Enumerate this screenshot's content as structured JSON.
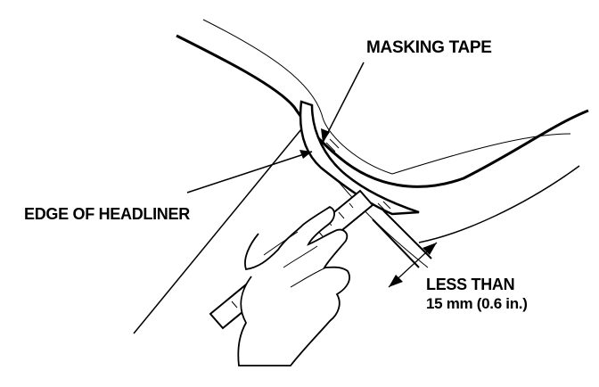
{
  "labels": {
    "masking_tape": "MASKING TAPE",
    "edge_of_headliner": "EDGE OF HEADLINER",
    "less_than_line1": "LESS THAN",
    "less_than_line2": "15 mm (0.6 in.)"
  },
  "colors": {
    "ink": "#000000",
    "paper": "#ffffff"
  }
}
